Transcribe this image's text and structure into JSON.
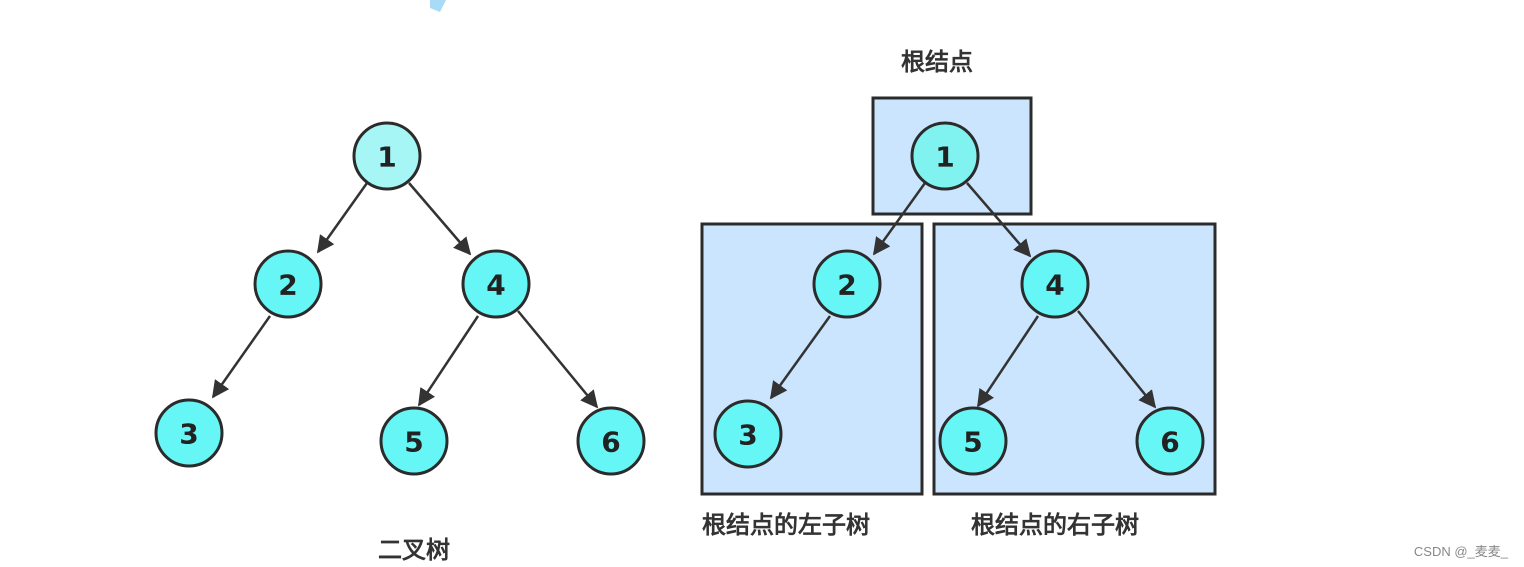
{
  "left_tree": {
    "caption": "二叉树",
    "nodes": {
      "n1": "1",
      "n2": "2",
      "n3": "3",
      "n4": "4",
      "n5": "5",
      "n6": "6"
    }
  },
  "right_tree": {
    "root_caption": "根结点",
    "left_subtree_caption": "根结点的左子树",
    "right_subtree_caption": "根结点的右子树",
    "nodes": {
      "n1": "1",
      "n2": "2",
      "n3": "3",
      "n4": "4",
      "n5": "5",
      "n6": "6"
    }
  },
  "watermark": "CSDN @_麦麦_",
  "colors": {
    "node_fill": "#66f6f6",
    "box_fill": "#cce5ff",
    "stroke": "#2b2b2b"
  }
}
